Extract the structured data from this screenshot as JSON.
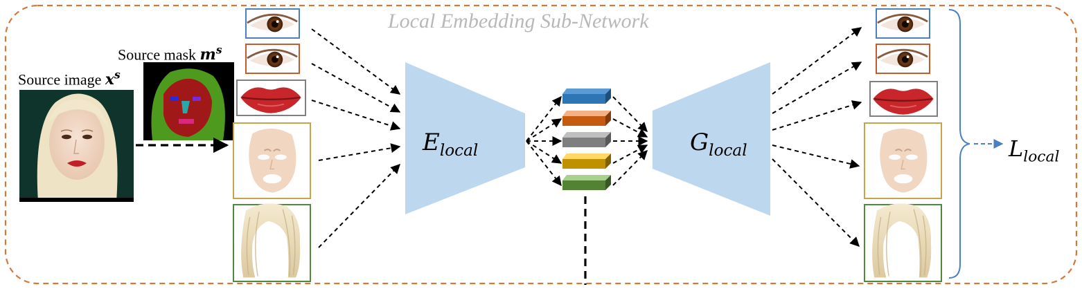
{
  "title": "Local Embedding Sub-Network",
  "source_image": {
    "label": "Source image",
    "symbol": "x",
    "superscript": "s"
  },
  "source_mask": {
    "label": "Source mask",
    "symbol": "m",
    "superscript": "s"
  },
  "encoder": {
    "symbol": "E",
    "subscript": "local"
  },
  "decoder": {
    "symbol": "G",
    "subscript": "local"
  },
  "loss": {
    "symbol": "L",
    "subscript": "local"
  },
  "colors": {
    "frame": "#d4783a",
    "trapezoid": "#bdd7ee",
    "left_eye_box": "#4a7fc1",
    "right_eye_box": "#c55a2a",
    "lips_box": "#7f7f7f",
    "face_box": "#c9a345",
    "hair_box": "#4e8a3a",
    "embeddings": [
      "#2e75b6",
      "#c55a11",
      "#7f7f7f",
      "#bf9000",
      "#548235"
    ],
    "brace": "#4a7fc1"
  },
  "icons": [
    "eye-patch",
    "lips-patch",
    "face-skin-patch",
    "hair-patch",
    "face-photo",
    "segmentation-mask"
  ]
}
